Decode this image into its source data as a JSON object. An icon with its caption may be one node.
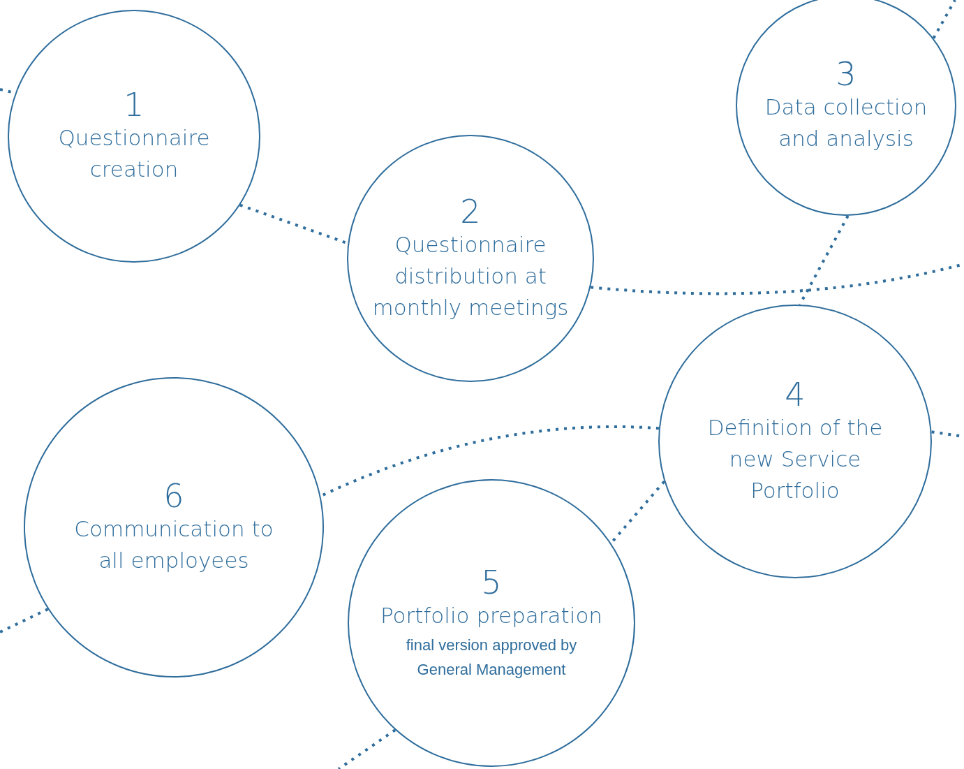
{
  "diagram": {
    "nodes": [
      {
        "text": [
          "1",
          "Questionnaire creation"
        ]
      },
      {
        "text": [
          "2",
          "Questionnaire distribution at monthly meetings"
        ]
      },
      {
        "text": [
          "3",
          "Data collection and analysis"
        ]
      },
      {
        "text": [
          "4",
          "Definition of the new Service Portfolio"
        ]
      },
      {
        "text": [
          "5",
          "Portfolio preparation",
          "final version approved by General Management"
        ]
      },
      {
        "text": [
          "6",
          "Communication to all employees"
        ]
      }
    ],
    "edges": [
      {
        "from": null,
        "to": 0,
        "arrow": "none"
      },
      {
        "from": 0,
        "to": 1,
        "arrow": "none"
      },
      {
        "from": 1,
        "to": null,
        "arrow": "none"
      },
      {
        "from": 2,
        "to": 3,
        "arrow": "none"
      },
      {
        "from": 2,
        "to": null,
        "arrow": "none"
      },
      {
        "from": 3,
        "to": null,
        "arrow": "none"
      },
      {
        "from": 3,
        "to": 5,
        "arrow": "none"
      },
      {
        "from": 3,
        "to": 4,
        "arrow": "none"
      },
      {
        "from": 5,
        "to": null,
        "arrow": "none"
      },
      {
        "from": 4,
        "to": null,
        "arrow": "none"
      }
    ]
  }
}
